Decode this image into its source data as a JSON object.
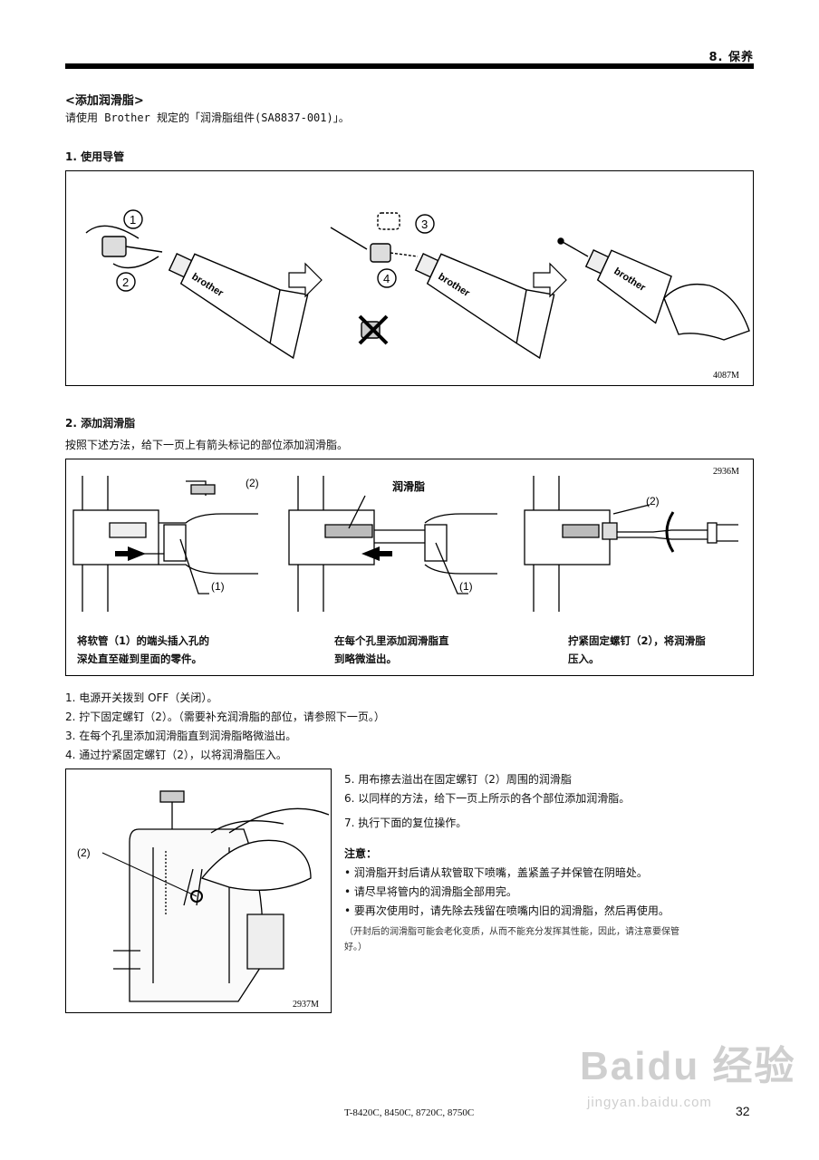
{
  "header": {
    "section": "8. 保养"
  },
  "title": "<添加润滑脂>",
  "intro": "请使用 Brother 规定的「润滑脂组件(SA8837-001)」。",
  "step1": {
    "heading": "1. 使用导管",
    "figure_code": "4087M",
    "callouts": [
      "1",
      "2",
      "3",
      "4"
    ],
    "tube_brand": "brother"
  },
  "step2": {
    "heading": "2. 添加润滑脂",
    "desc": "按照下述方法，给下一页上有箭头标记的部位添加润滑脂。",
    "figure_code": "2936M",
    "label_grease": "润滑脂",
    "label_1": "(1)",
    "label_2": "(2)",
    "caption_1a": "将软管（1）的端头插入孔的",
    "caption_1b": "深处直至碰到里面的零件。",
    "caption_2a": "在每个孔里添加润滑脂直",
    "caption_2b": "到略微溢出。",
    "caption_3a": "拧紧固定螺钉（2），将润滑脂",
    "caption_3b": "压入。"
  },
  "procedure": [
    "1. 电源开关拨到 OFF（关闭）。",
    "2. 拧下固定螺钉（2）。（需要补充润滑脂的部位，请参照下一页。）",
    "3. 在每个孔里添加润滑脂直到润滑脂略微溢出。",
    "4. 通过拧紧固定螺钉（2），以将润滑脂压入。"
  ],
  "procedure_right": [
    "5. 用布擦去溢出在固定螺钉（2）周围的润滑脂",
    "6. 以同样的方法，给下一页上所示的各个部位添加润滑脂。",
    "7. 执行下面的复位操作。"
  ],
  "photo": {
    "label": "(2)",
    "figure_code": "2937M"
  },
  "caution": {
    "heading": "注意：",
    "items": [
      "• 润滑脂开封后请从软管取下喷嘴，盖紧盖子并保管在阴暗处。",
      "• 请尽早将管内的润滑脂全部用完。",
      "• 要再次使用时，请先除去残留在喷嘴内旧的润滑脂，然后再使用。"
    ],
    "note_1": "（开封后的润滑脂可能会老化变质，从而不能充分发挥其性能，因此，请注意要保管",
    "note_2": "好。）"
  },
  "footer": {
    "models": "T-8420C, 8450C, 8720C, 8750C",
    "page": "32"
  },
  "watermark": {
    "logo": "Baidu 经验",
    "url": "jingyan.baidu.com"
  }
}
